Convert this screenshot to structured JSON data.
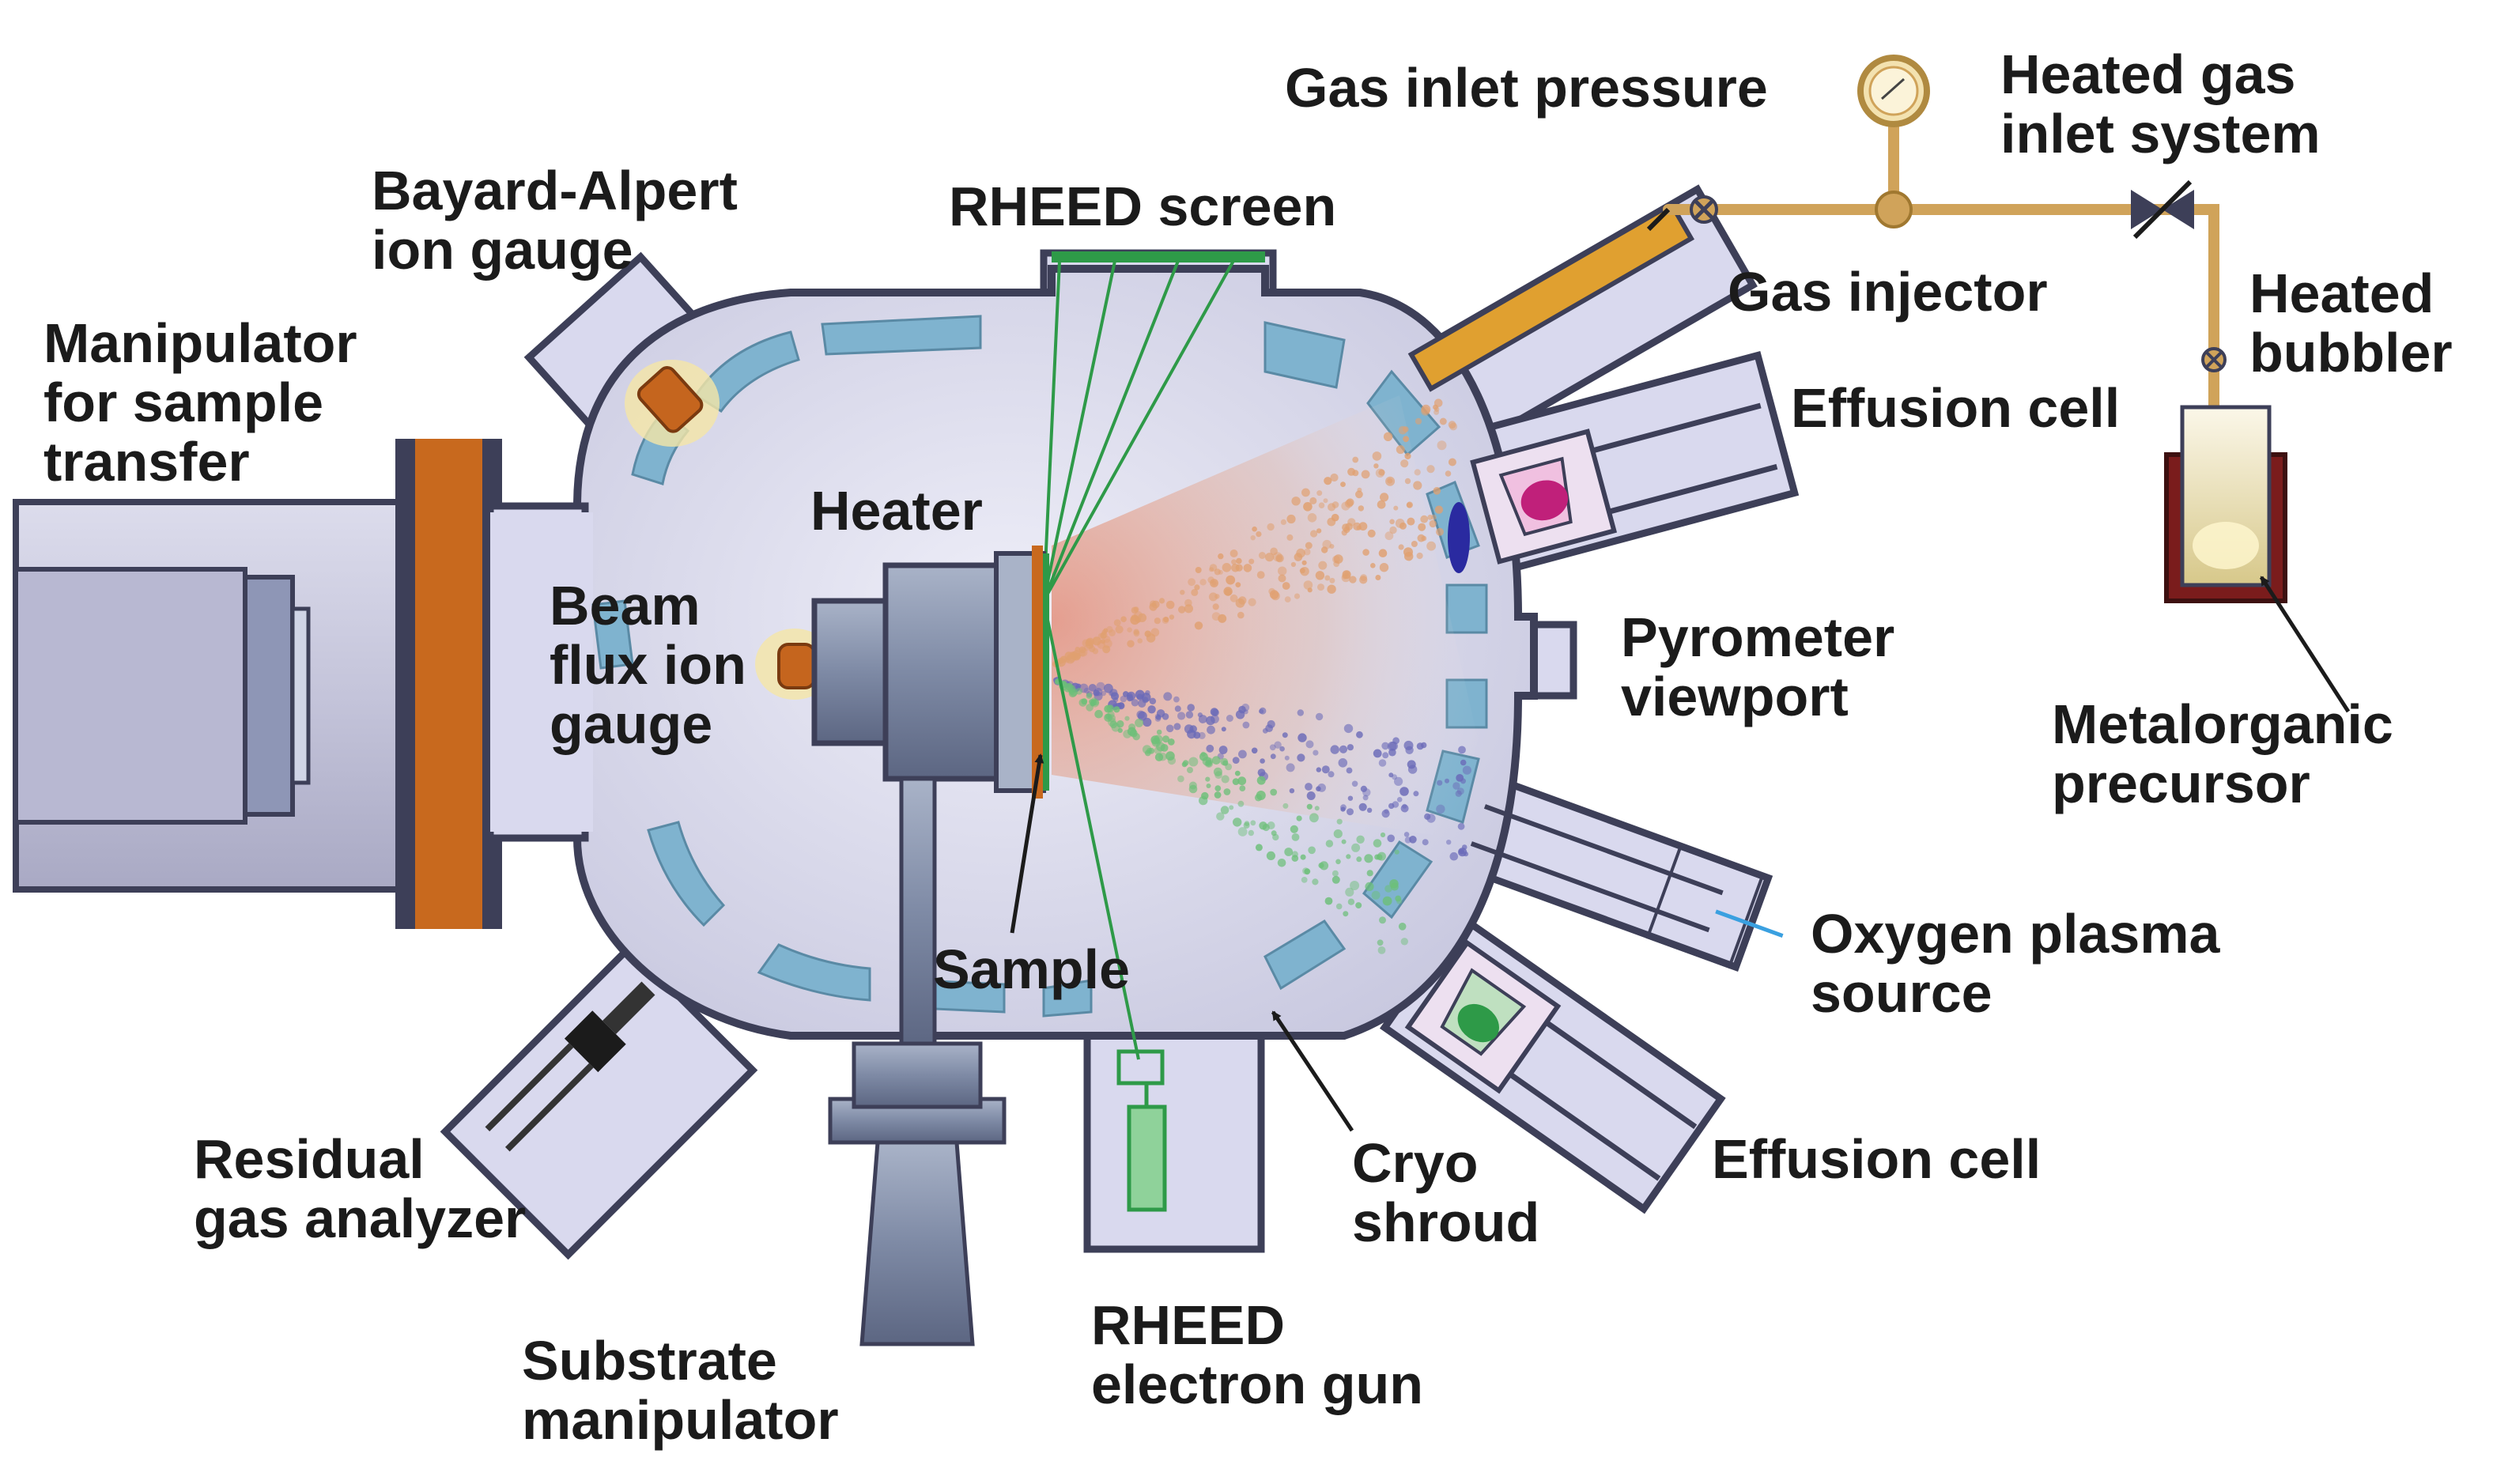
{
  "labels": {
    "manipulator_sample_transfer": [
      "Manipulator",
      "for sample",
      "transfer"
    ],
    "bayard_alpert": [
      "Bayard-Alpert",
      "ion gauge"
    ],
    "rheed_screen": [
      "RHEED screen"
    ],
    "heater": [
      "Heater"
    ],
    "beam_flux": [
      "Beam",
      "flux ion",
      "gauge"
    ],
    "sample": [
      "Sample"
    ],
    "residual_gas": [
      "Residual",
      "gas analyzer"
    ],
    "substrate_manipulator": [
      "Substrate",
      "manipulator"
    ],
    "rheed_gun": [
      "RHEED",
      "electron gun"
    ],
    "cryo_shroud": [
      "Cryo",
      "shroud"
    ],
    "effusion_cell_top": [
      "Effusion cell"
    ],
    "effusion_cell_bottom": [
      "Effusion cell"
    ],
    "pyrometer_viewport": [
      "Pyrometer",
      "viewport"
    ],
    "oxygen_plasma": [
      "Oxygen plasma",
      "source"
    ],
    "gas_inlet_pressure": [
      "Gas inlet pressure"
    ],
    "heated_gas_inlet": [
      "Heated gas",
      "inlet system"
    ],
    "gas_injector": [
      "Gas injector"
    ],
    "heated_bubbler": [
      "Heated",
      "bubbler"
    ],
    "metalorganic_precursor": [
      "Metalorganic",
      "precursor"
    ]
  },
  "colors": {
    "chamber_fill": "#d9d9ee",
    "chamber_stroke": "#3d3f58",
    "flange": "#c8691e",
    "shroud": "#7fb3cf",
    "gas_line": "#d0a35a",
    "injector": "#e0a030",
    "rheed_green": "#2e9a48",
    "text": "#1b1b1b"
  }
}
